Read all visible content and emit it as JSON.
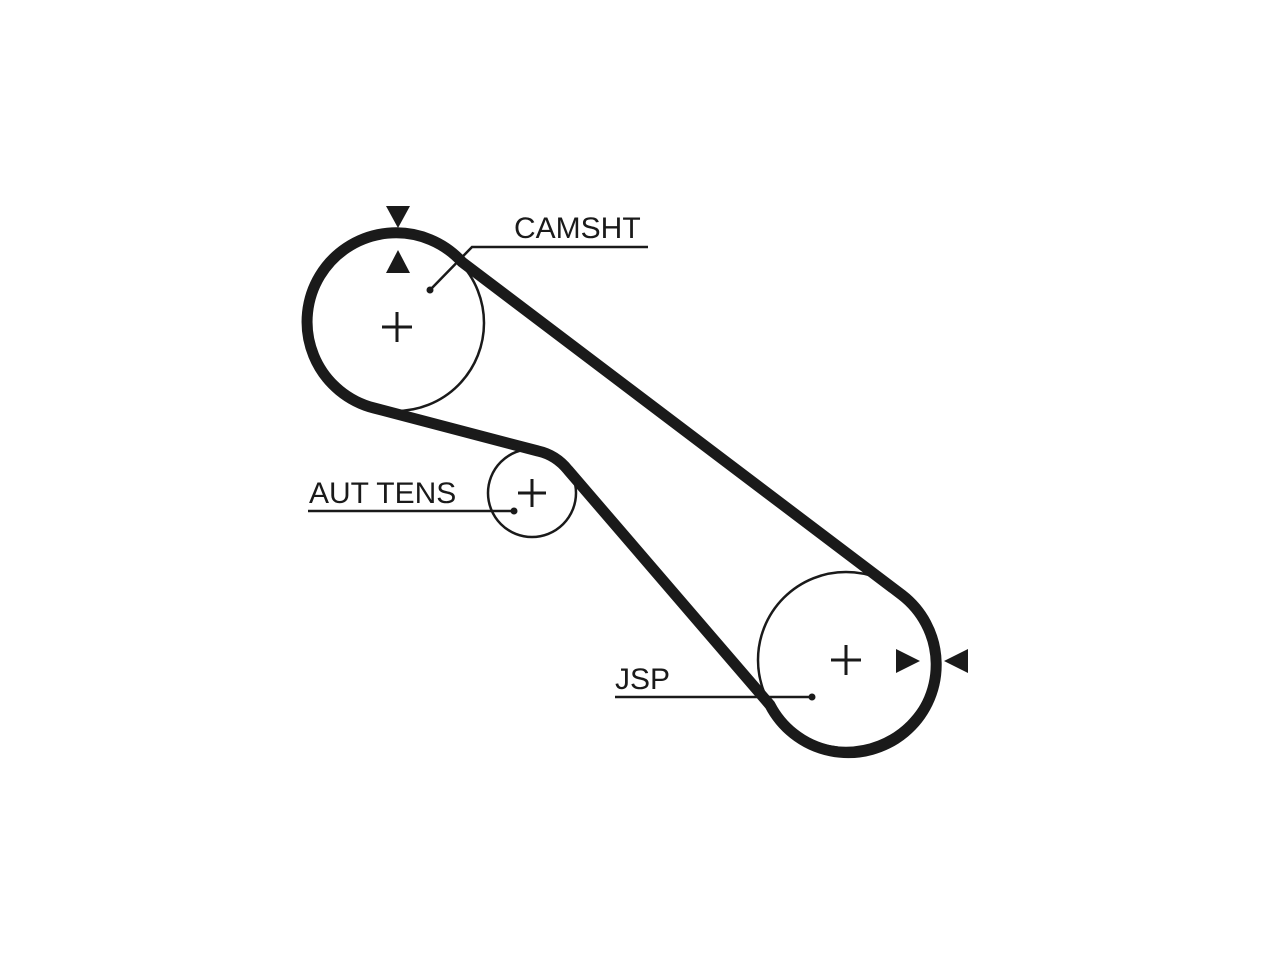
{
  "colors": {
    "ink": "#1a1a1a",
    "background": "#ffffff"
  },
  "labels": {
    "camshaft": "CAMSHT",
    "tensioner": "AUT TENS",
    "crankshaft": "JSP"
  },
  "icons": {
    "center_cross": "plus-cross-icon",
    "timing_mark": "triangle-marker-icon"
  }
}
